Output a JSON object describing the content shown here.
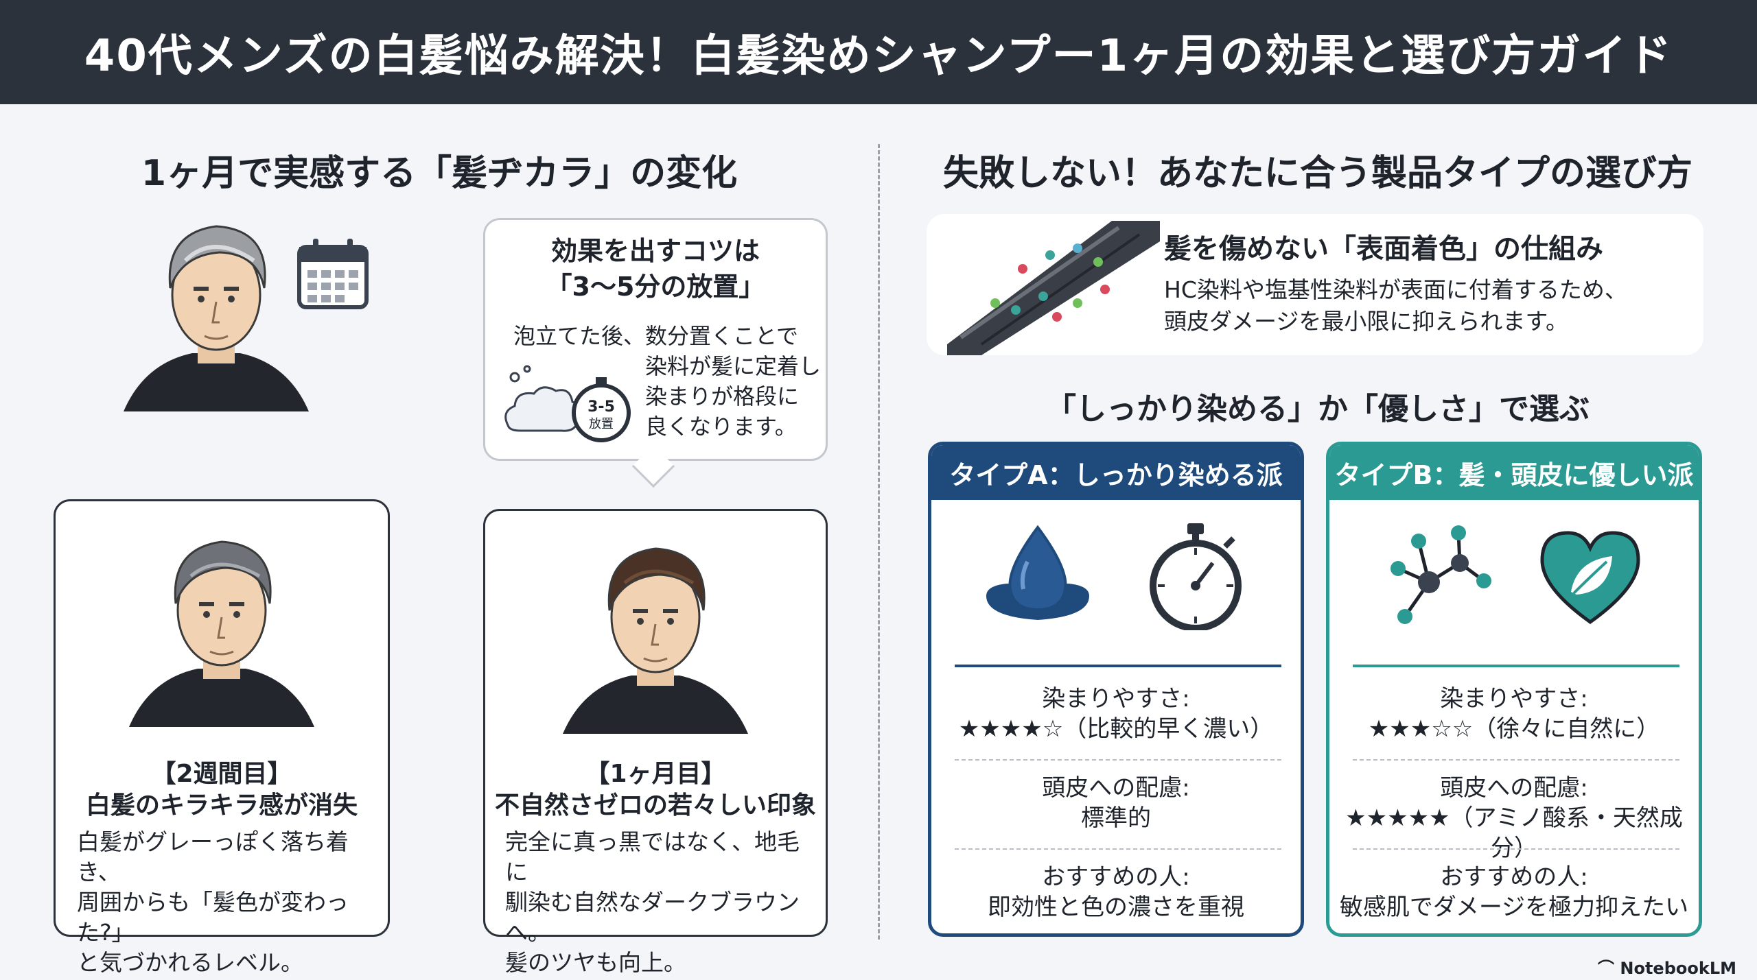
{
  "header": {
    "title": "40代メンズの白髪悩み解決！白髪染めシャンプー1ヶ月の効果と選び方ガイド"
  },
  "left": {
    "section_title": "1ヶ月で実感する「髪ヂカラ」の変化",
    "tip": {
      "title_line1": "効果を出すコツは",
      "title_line2": "「3〜5分の放置」",
      "body_line1": "泡立てた後、数分置くことで",
      "body_line2": "染料が髪に定着し",
      "body_line3": "染まりが格段に",
      "body_line4": "良くなります。",
      "timer_text_1": "3-5",
      "timer_text_2": "放置"
    },
    "card_2weeks": {
      "title_line1": "【2週間目】",
      "title_line2": "白髪のキラキラ感が消失",
      "body_line1": "白髪がグレーっぽく落ち着き、",
      "body_line2": "周囲からも「髪色が変わった?」",
      "body_line3": "と気づかれるレベル。"
    },
    "card_1month": {
      "title_line1": "【1ヶ月目】",
      "title_line2": "不自然さゼロの若々しい印象",
      "body_line1": "完全に真っ黒ではなく、地毛に",
      "body_line2": "馴染む自然なダークブラウンへ。",
      "body_line3": "髪のツヤも向上。"
    }
  },
  "right": {
    "section_title": "失敗しない！あなたに合う製品タイプの選び方",
    "product": {
      "heading": "髪を傷めない「表面着色」の仕組み",
      "desc_line1": "HC染料や塩基性染料が表面に付着するため、",
      "desc_line2": "頭皮ダメージを最小限に抑えられます。"
    },
    "choose_heading": "「しっかり染める」か「優しさ」で選ぶ",
    "type_a": {
      "header": "タイプA：しっかり染める派",
      "color": "#1f4a7c",
      "dye_label": "染まりやすさ:",
      "dye_value": "★★★★☆（比較的早く濃い）",
      "scalp_label": "頭皮への配慮:",
      "scalp_value": "標準的",
      "rec_label": "おすすめの人:",
      "rec_value": "即効性と色の濃さを重視"
    },
    "type_b": {
      "header": "タイプB：髪・頭皮に優しい派",
      "color": "#2a9a93",
      "dye_label": "染まりやすさ:",
      "dye_value": "★★★☆☆（徐々に自然に）",
      "scalp_label": "頭皮への配慮:",
      "scalp_value": "★★★★★（アミノ酸系・天然成分）",
      "rec_label": "おすすめの人:",
      "rec_value": "敏感肌でダメージを極力抑えたい"
    }
  },
  "footer": {
    "brand": "NotebookLM"
  }
}
